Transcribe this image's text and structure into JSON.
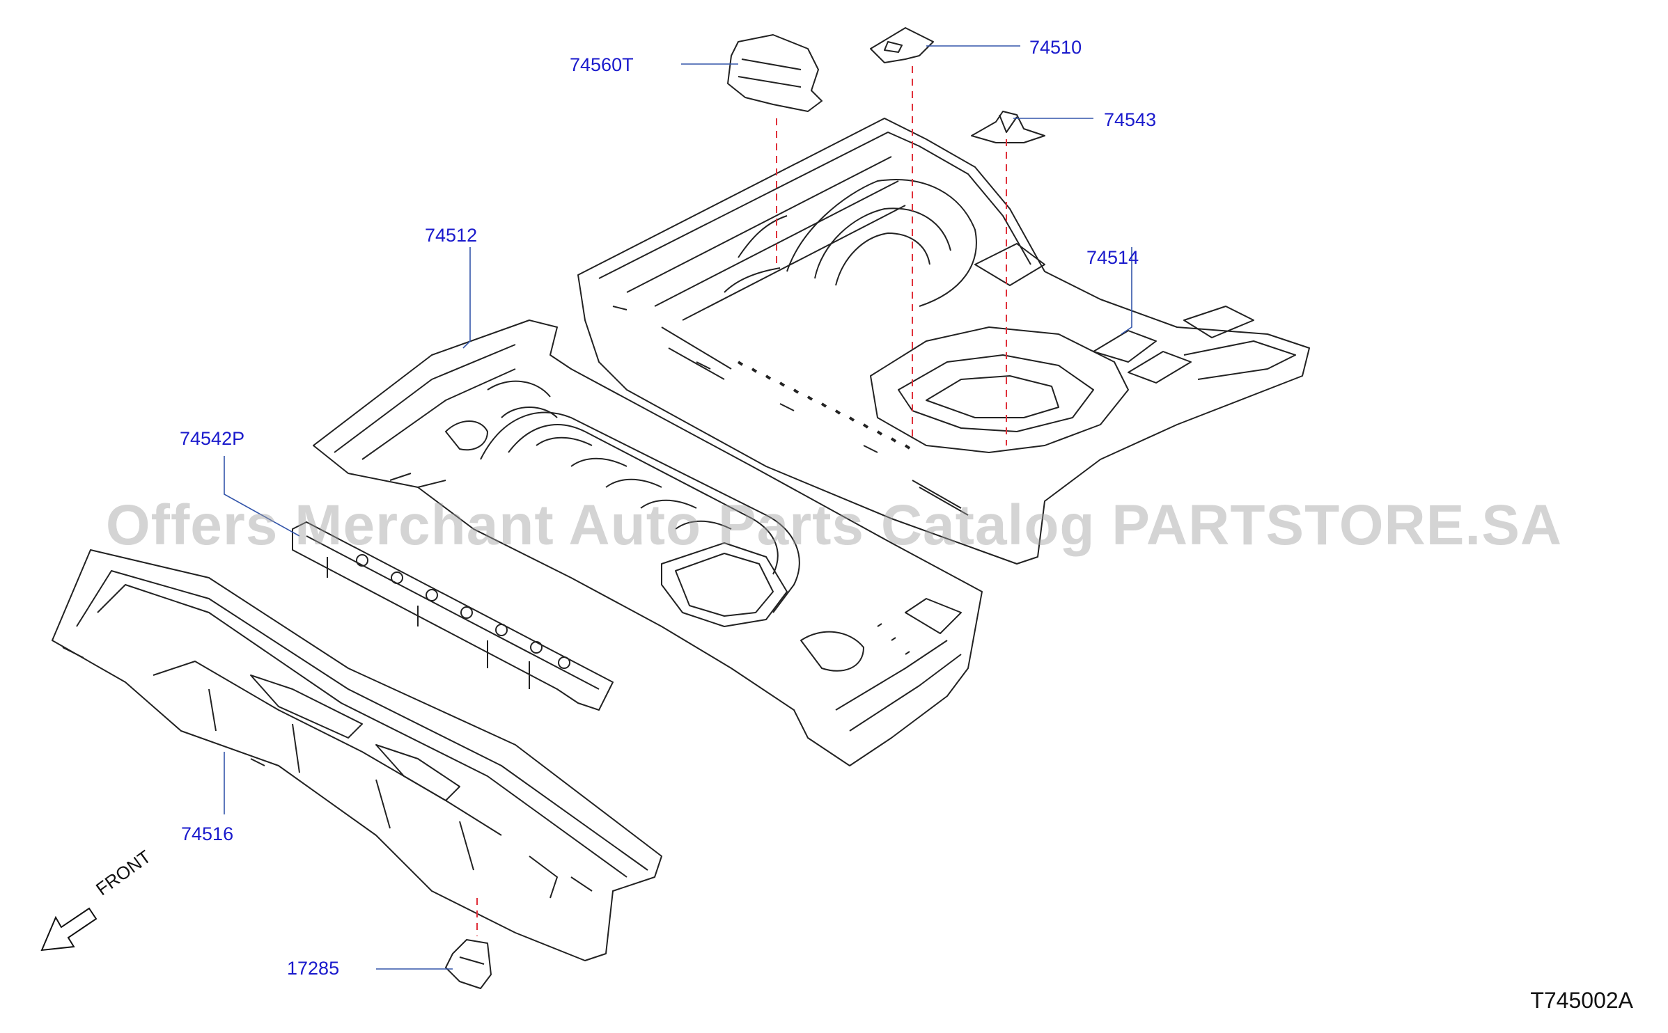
{
  "diagram_code": "T745002A",
  "watermark": "Offers Merchant Auto Parts Catalog PARTSTORE.SA",
  "front_label": "FRONT",
  "callouts": {
    "p74560T": "74560T",
    "p74510": "74510",
    "p74543": "74543",
    "p74512": "74512",
    "p74514": "74514",
    "p74542P": "74542P",
    "p74516": "74516",
    "p17285": "17285"
  },
  "colors": {
    "callout_text": "#1a1acc",
    "leader_line": "#3355aa",
    "dashed_alignment": "#e0303a",
    "part_outline": "#222222"
  }
}
